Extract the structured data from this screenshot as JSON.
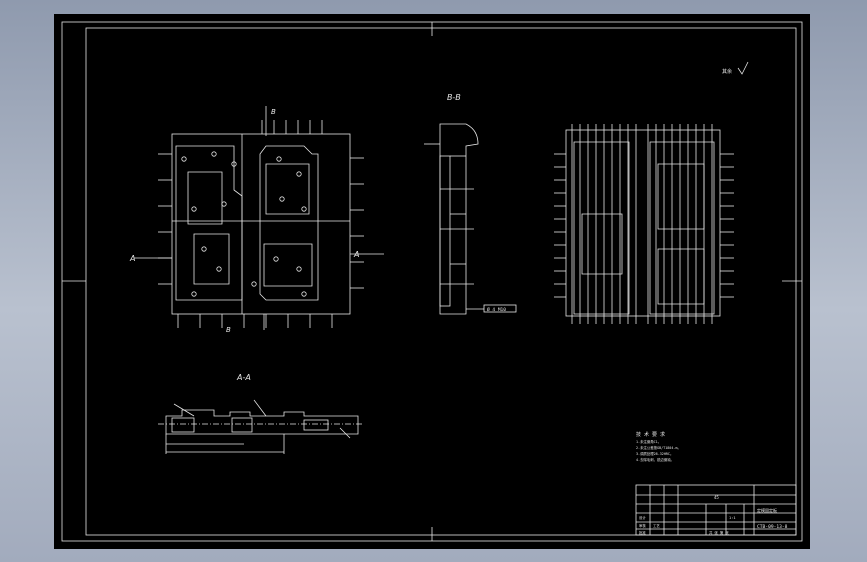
{
  "drawing": {
    "section_aa": "A-A",
    "section_bb": "B-B",
    "roughness_note": "其余",
    "section_marks": {
      "a": "A",
      "b": "B"
    },
    "title_block": {
      "title": "定模固定板",
      "drawing_no": "CTB-09-13-8",
      "material": "45",
      "scale": "1:1",
      "designer": "设计",
      "check": "审核",
      "process": "工艺",
      "approve": "批准",
      "sheet": "共 张 第 张"
    },
    "tech_req_title": "技 术 要 求",
    "tech_reqs": [
      "1.未注倒角C1。",
      "2.未注公差按GB/T1804-m。",
      "3.调质处理28-32HRC。",
      "4.去除毛刺，锐边倒钝。"
    ],
    "callout_box": "Ø 4 M10"
  }
}
